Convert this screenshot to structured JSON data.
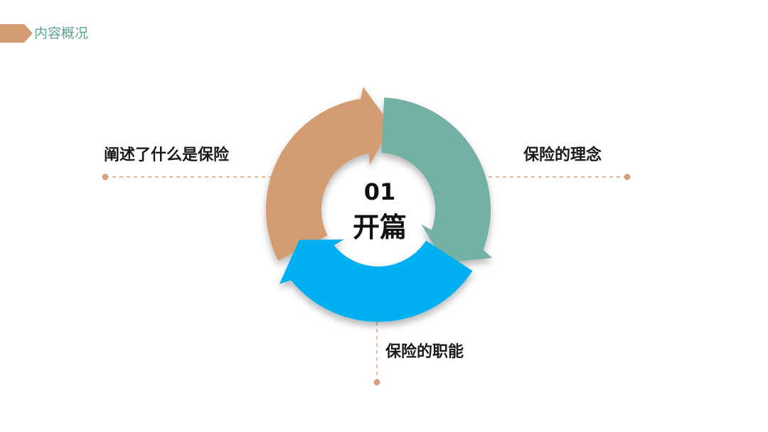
{
  "header": {
    "title": "内容概况"
  },
  "center": {
    "number": "01",
    "title": "开篇"
  },
  "items": {
    "left": "阐述了什么是保险",
    "right": "保险的理念",
    "bottom": "保险的职能"
  },
  "colors": {
    "orange": "#d39c72",
    "teal": "#72b1a4",
    "blue": "#00b0f0",
    "leader": "#d9a17d",
    "header_tab": "#d39c72",
    "header_text": "#5fa294"
  },
  "icons": {
    "header": "chevron-tab-icon"
  }
}
